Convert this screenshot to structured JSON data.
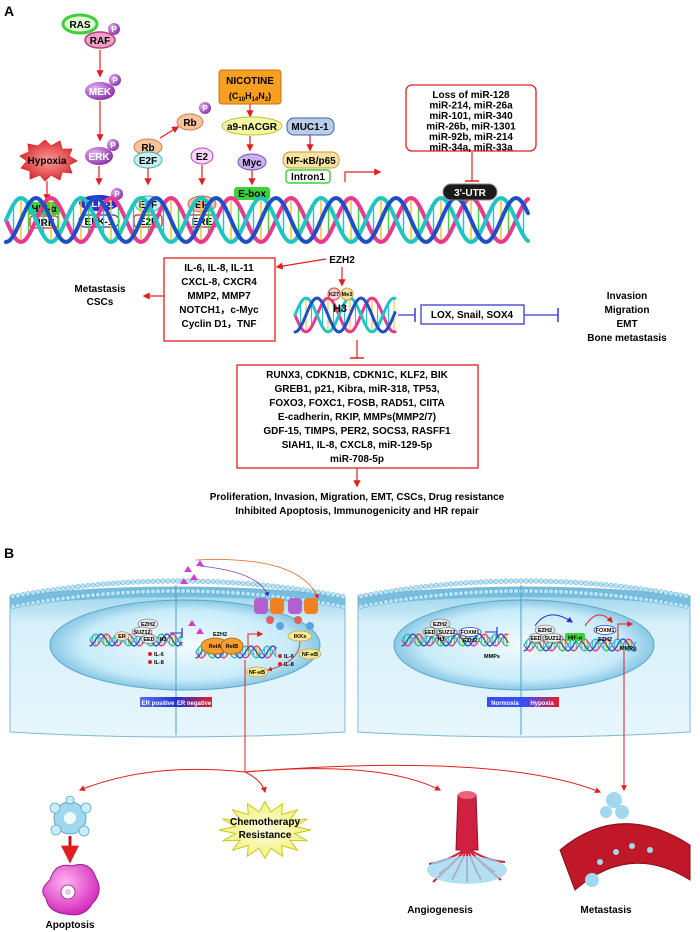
{
  "panel_a": {
    "label": "A",
    "pathway": {
      "ras": "RAS",
      "raf": "RAF",
      "mek": "MEK",
      "erk": "ERK",
      "p": "P",
      "rb": "Rb",
      "e2f": "E2F",
      "rb_free": "Rb",
      "hypoxia": "Hypoxia",
      "e2": "E2",
      "nicotine_line1": "NICOTINE",
      "nicotine_c": "(C",
      "nicotine_c_sub": "10",
      "nicotine_h": "H",
      "nicotine_h_sub": "14",
      "nicotine_n": "N",
      "nicotine_n_sub": "2",
      "nicotine_close": ")",
      "a9": "a9-nACGR",
      "muc1": "MUC1-1",
      "hif": "HIF-α",
      "hre": "HRE",
      "elk_top": "ELK-1",
      "elk_bottom": "ELK-1",
      "e2f_top": "E2F",
      "e2f_bottom": "E2F",
      "er": "ER",
      "ere": "ERE",
      "myc": "Myc",
      "ebox": "E-box",
      "nfkb": "NF-κB/p65",
      "intron": "Intron1",
      "utr": "3'-UTR"
    },
    "mirna_box": [
      "Loss of miR-128",
      "miR-214, miR-26a",
      "miR-101, miR-340",
      "miR-26b, miR-1301",
      "miR-92b, miR-214",
      "miR-34a, miR-33a"
    ],
    "ezh2": "EZH2",
    "histone": {
      "k27": "K27",
      "me3": "Me3",
      "h3": "H3"
    },
    "activated_box": [
      "IL-6, IL-8, IL-11",
      "CXCL-8, CXCR4",
      "MMP2, MMP7",
      "NOTCH1，c-Myc",
      "Cyclin D1，TNF"
    ],
    "activated_outcome": [
      "Metastasis",
      "CSCs"
    ],
    "lox_box": "LOX, Snail, SOX4",
    "lox_outcome": [
      "Invasion",
      "Migration",
      "EMT",
      "Bone metastasis"
    ],
    "repressed_box": [
      "RUNX3, CDKN1B, CDKN1C, KLF2, BIK",
      "GREB1, p21, Kibra, miR-318, TP53,",
      "FOXO3, FOXC1, FOSB, RAD51, CIITA",
      "E-cadherin, RKIP, MMPs(MMP2/7)",
      "GDF-15, TIMPS, PER2, SOCS3, RASFF1",
      "SIAH1, IL-8, CXCL8, miR-129-5p",
      "miR-708-5p"
    ],
    "final_outcome": [
      "Proliferation, Invasion, Migration, EMT, CSCs, Drug resistance",
      "Inhibited Apoptosis, Immunogenicity and HR repair"
    ]
  },
  "panel_b": {
    "label": "B",
    "left_cell": {
      "ezh2": "EZH2",
      "suz12": "SUZ12",
      "eed": "EED",
      "h3": "H3",
      "er": "ER",
      "rela": "RelA",
      "relb": "RelB",
      "ezh2_b": "EZH2",
      "il6": "IL-6",
      "il8": "IL-8",
      "il6_b": "IL-6",
      "il8_b": "IL-8",
      "nfkb": "NF-κB",
      "nfkb_b": "NF-κB",
      "ikk": "IKKs",
      "gradient_left": "ER positive",
      "gradient_right": "ER negative"
    },
    "right_cell": {
      "ezh2": "EZH2",
      "eed": "EED",
      "suz12": "SUZ12",
      "h3": "H3",
      "foxm1": "FOXM1",
      "ezh2_b": "EZH2",
      "mmps": "MMPs",
      "ezh2_c": "EZH2",
      "eed_b": "EED",
      "suz12_b": "SUZ12",
      "hif": "HIF-α",
      "foxm1_b": "FOXM1",
      "ezh2_d": "EZH2",
      "mmps_b": "MMPs",
      "gradient_left": "Normoxia",
      "gradient_right": "Hypoxia"
    },
    "outcomes": {
      "apoptosis": "Apoptosis",
      "chemo_line1": "Chemotherapy",
      "chemo_line2": "Resistance",
      "angiogenesis": "Angiogenesis",
      "metastasis": "Metastasis"
    },
    "colors": {
      "dna_pink": "#e8388f",
      "dna_cyan": "#22c3c3",
      "dna_blue": "#1f4fc4",
      "arrow_red": "#e02020",
      "inhibit_blue": "#3b3bd0",
      "cell_blue": "#bfe6f5"
    }
  }
}
